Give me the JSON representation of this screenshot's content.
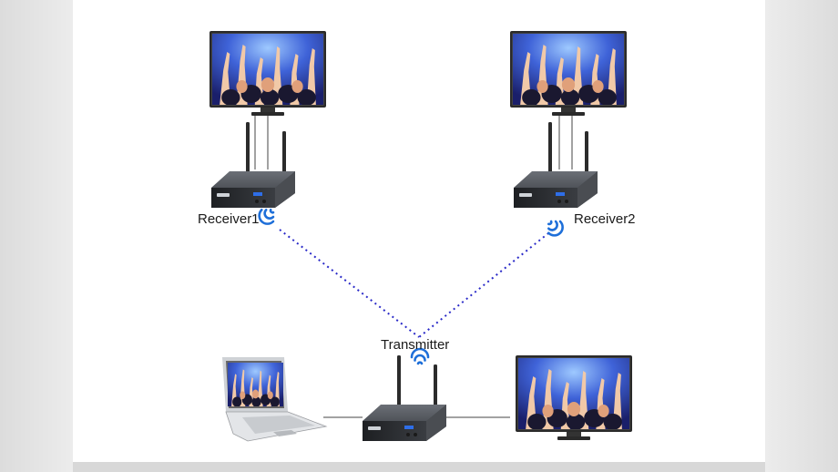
{
  "labels": {
    "receiver1": "Receiver1",
    "receiver2": "Receiver2",
    "transmitter": "Transmitter"
  },
  "colors": {
    "link_dotted": "#2a2ac8",
    "wifi_icon": "#1e6fd9",
    "device_body": "#3c3f44",
    "antenna": "#2b2b2b",
    "monitor_frame": "#2a2a2a",
    "screen_crowd": "#2a3fb0"
  },
  "icons": [
    "wifi-icon",
    "monitor",
    "laptop",
    "wireless-hdmi-device"
  ]
}
